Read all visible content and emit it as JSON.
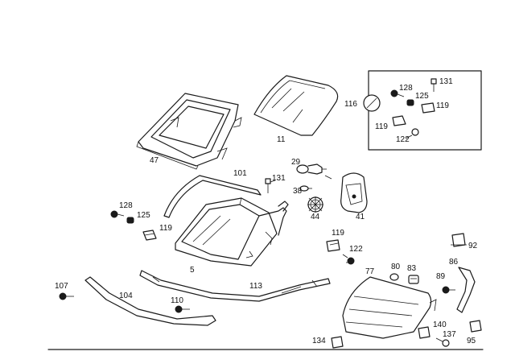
{
  "labels": {
    "p5": "5",
    "p11": "11",
    "p29": "29",
    "p38": "38",
    "p41": "41",
    "p44": "44",
    "p47": "47",
    "p77": "77",
    "p80": "80",
    "p83": "83",
    "p86": "86",
    "p89": "89",
    "p92": "92",
    "p95": "95",
    "p101": "101",
    "p104": "104",
    "p107": "107",
    "p110": "110",
    "p113": "113",
    "p116": "116",
    "p119a": "119",
    "p119b": "119",
    "p119c": "119",
    "p119d": "119",
    "p122a": "122",
    "p122b": "122",
    "p125a": "125",
    "p125b": "125",
    "p128a": "128",
    "p128b": "128",
    "p131a": "131",
    "p131b": "131",
    "p134": "134",
    "p137": "137",
    "p140": "140"
  }
}
